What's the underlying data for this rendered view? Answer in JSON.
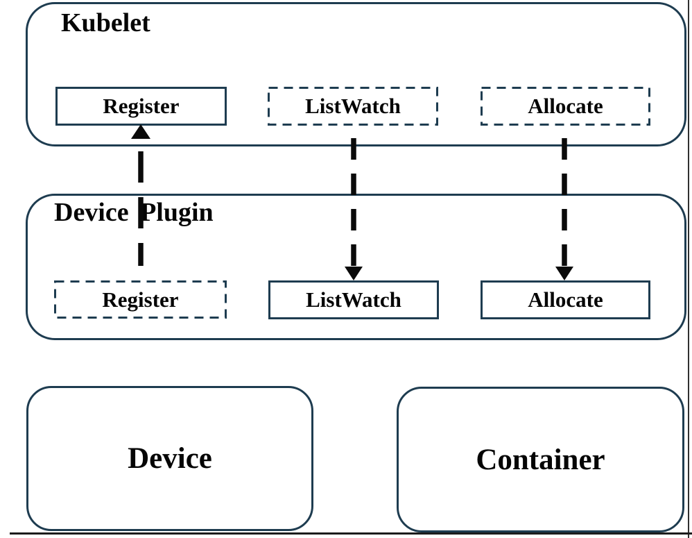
{
  "diagram": {
    "background": "#ffffff",
    "border_color": "#1e3c50",
    "arrow_color": "#0a0a0a",
    "text_color": "#050505",
    "kubelet": {
      "title": "Kubelet",
      "nodes": [
        {
          "label": "Register",
          "border": "solid"
        },
        {
          "label": "ListWatch",
          "border": "dashed"
        },
        {
          "label": "Allocate",
          "border": "dashed"
        }
      ]
    },
    "device_plugin": {
      "title": "Device Plugin",
      "nodes": [
        {
          "label": "Register",
          "border": "dashed"
        },
        {
          "label": "ListWatch",
          "border": "solid"
        },
        {
          "label": "Allocate",
          "border": "solid"
        }
      ]
    },
    "bottom_boxes": [
      {
        "title": "Device"
      },
      {
        "title": "Container"
      }
    ],
    "arrows": [
      {
        "id": "register",
        "direction": "up",
        "from": "device-plugin-register",
        "to": "kubelet-register"
      },
      {
        "id": "listwatch",
        "direction": "down",
        "from": "kubelet-listwatch",
        "to": "device-plugin-listwatch"
      },
      {
        "id": "allocate",
        "direction": "down",
        "from": "kubelet-allocate",
        "to": "device-plugin-allocate"
      }
    ]
  }
}
